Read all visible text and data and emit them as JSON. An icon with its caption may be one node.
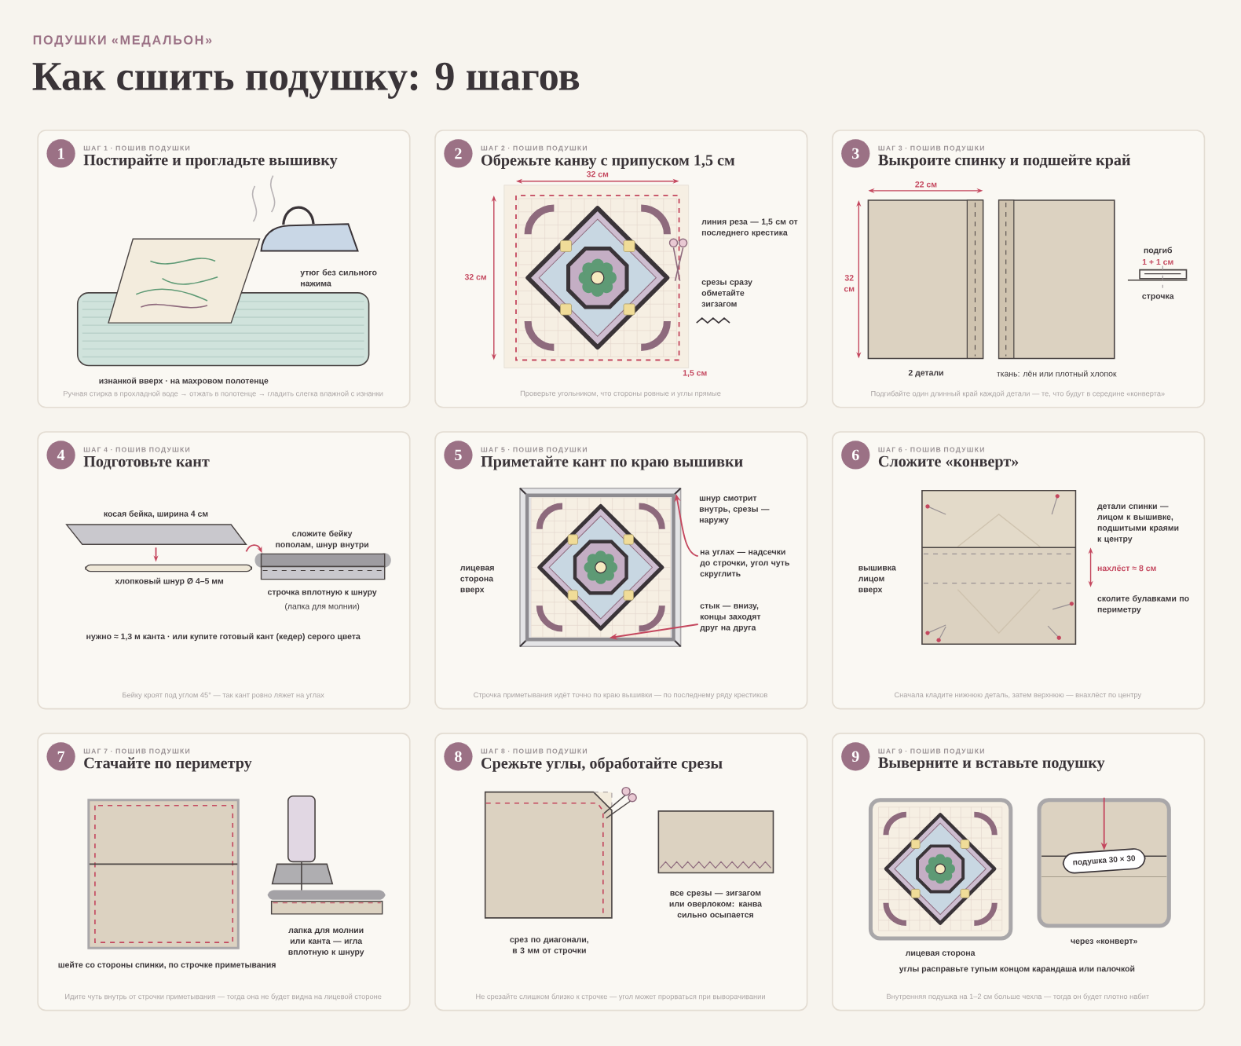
{
  "diagram": {
    "title": "Как сшить подушку: 9 шагов",
    "nodes": [
      {
        "text": [
          "ШАГ 1 · ПОШИВ ПОДУШКИ",
          "Постирайте и прогладьте вышивку",
          "Ручная стирка в прохладной воде → отжать в полотенце → гладить слегка влажной с изнанки"
        ]
      },
      {
        "text": [
          "1"
        ],
        "in": 0
      },
      {
        "text": [
          "ШАГ 2 · ПОШИВ ПОДУШКИ",
          "Обрежьте канву с припуском 1,5 см",
          "Проверьте угольником, что стороны ровные и углы прямые"
        ]
      },
      {
        "text": [
          "2"
        ],
        "in": 2
      },
      {
        "text": [
          "ШАГ 3 · ПОШИВ ПОДУШКИ",
          "Выкроите спинку и подшейте край",
          "Подгибайте один длинный край каждой детали — те, что будут в середине «конверта»"
        ]
      },
      {
        "text": [
          "3"
        ],
        "in": 4
      },
      {
        "text": [
          "ШАГ 4 · ПОШИВ ПОДУШКИ",
          "Подготовьте кант",
          "Бейку кроят под углом 45° — так кант ровно ляжет на углах"
        ]
      },
      {
        "text": [
          "4"
        ],
        "in": 6
      },
      {
        "text": [
          "ШАГ 5 · ПОШИВ ПОДУШКИ",
          "Приметайте кант по краю вышивки",
          "Строчка приметывания идёт точно по краю вышивки — по последнему ряду крестиков"
        ]
      },
      {
        "text": [
          "5"
        ],
        "in": 8
      },
      {
        "text": [
          "на углах — надсечки до строчки, угол чуть скруглить"
        ],
        "in": 8
      },
      {
        "text": [
          "стык — внизу, концы заходят друг на друга"
        ],
        "in": 8
      },
      {
        "text": [
          "ШАГ 6 · ПОШИВ ПОДУШКИ",
          "Сложите «конверт»",
          "Сначала кладите нижнюю деталь, затем верхнюю — внахлёст по центру"
        ]
      },
      {
        "text": [
          "6"
        ],
        "in": 12
      },
      {
        "text": [
          "ШАГ 7 · ПОШИВ ПОДУШКИ",
          "Стачайте по периметру",
          "Идите чуть внутрь от строчки приметывания — тогда она не будет видна на лицевой стороне"
        ]
      },
      {
        "text": [
          "7"
        ],
        "in": 14
      },
      {
        "text": [
          "ШАГ 8 · ПОШИВ ПОДУШКИ",
          "Срежьте углы, обработайте срезы",
          "Не срезайте слишком близко к строчке — угол может прорваться при выворачивании"
        ]
      },
      {
        "text": [
          "8"
        ],
        "in": 16
      },
      {
        "text": [
          "ШАГ 9 · ПОШИВ ПОДУШКИ",
          "Выверните и вставьте подушку",
          "Внутренняя подушка на 1–2 см больше чехла — тогда он будет плотно набит"
        ]
      },
      {
        "text": [
          "9"
        ],
        "in": 18
      },
      {
        "text": [
          "подушка 30 × 30"
        ],
        "in": 18
      }
    ],
    "edges": [
      {
        "from": 10,
        "to": null,
        "arrow": "to"
      },
      {
        "from": 11,
        "to": null,
        "arrow": "to"
      },
      {
        "from": null,
        "to": 20,
        "arrow": "to"
      }
    ],
    "labels": [
      "ПОДУШКИ «МЕДАЛЬОН»",
      "утюг без сильного нажима",
      "изнанкой вверх · на махровом полотенце",
      "32 см",
      "32 см",
      "линия реза — 1,5 см от последнего крестика",
      "срезы сразу обметайте зигзагом",
      "1,5 см",
      "22 см",
      "32 см",
      "подгиб",
      "1 + 1 см",
      "строчка",
      "2 детали",
      "ткань: лён или плотный хлопок",
      "косая бейка, ширина 4 см",
      "сложите бейку пополам, шнур внутри",
      "хлопковый шнур Ø 4–5 мм",
      "строчка вплотную к шнуру",
      "(лапка для молнии)",
      "нужно ≈ 1,3 м канта · или купите готовый кант (кедер) серого цвета",
      "шнур смотрит внутрь, срезы — наружу",
      "лицевая сторона вверх",
      "вышивка лицом вверх",
      "детали спинки — лицом к вышивке, подшитыми краями к центру",
      "нахлёст ≈ 8 см",
      "сколите булавками по периметру",
      "лапка для молнии или канта — игла вплотную к шнуру",
      "шейте со стороны спинки, по строчке приметывания",
      "срез по диагонали, в 3 мм от строчки",
      "все срезы — зигзагом или оверлоком: канва сильно осыпается",
      "лицевая сторона",
      "через «конверт»",
      "углы расправьте тупым концом карандаша или палочкой"
    ]
  }
}
